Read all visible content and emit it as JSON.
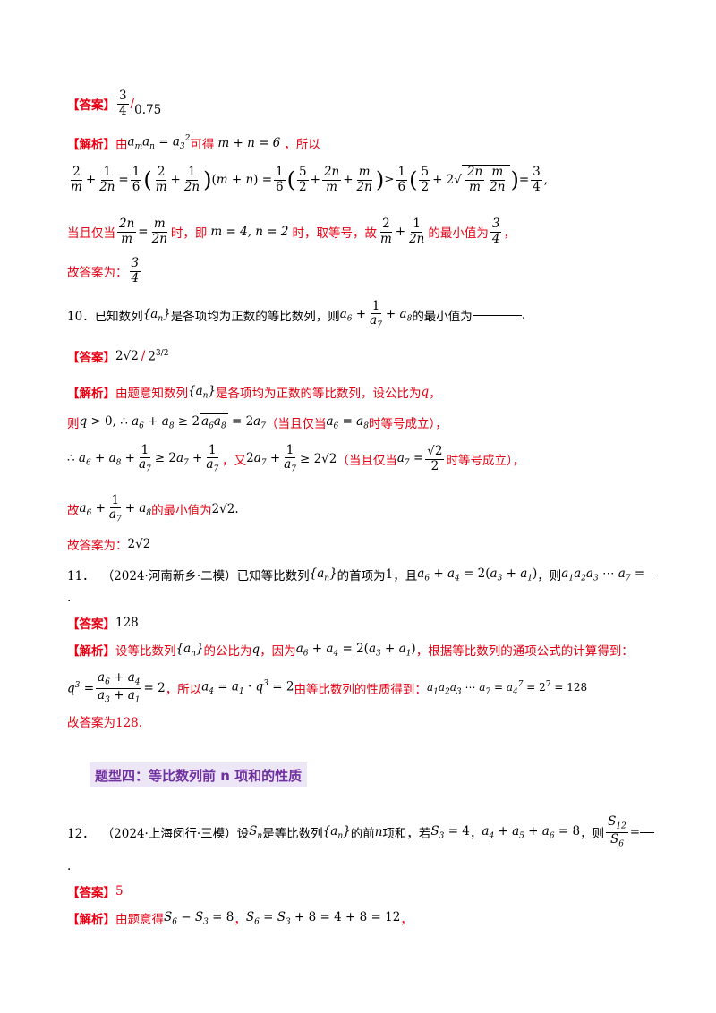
{
  "answer_label": "【答案】",
  "analysis_label": "【解析】",
  "q9": {
    "answer_alt": "0.75",
    "answer_sep": "/",
    "analysis_intro": "由",
    "analysis_cond": "可得",
    "analysis_mn": "m + n = 6",
    "analysis_so": "，所以",
    "eq_text_when": "当且仅当",
    "eq_text_time": "时，即",
    "eq_text_mn": "m = 4, n = 2",
    "eq_text_take": "时，取等号，故",
    "eq_text_min": "的最小值为",
    "final": "故答案为："
  },
  "q10": {
    "number": "10．",
    "text1": "已知数列",
    "text2": "是各项均为正数的等比数列，则",
    "text3": "的最小值为",
    "text4": ".",
    "answer_main": "2√2",
    "answer_sep": "/",
    "analysis1": "由题意知数列",
    "analysis2": "是各项均为正数的等比数列，设公比为",
    "analysis3": "q",
    "analysis4": "，",
    "line2_pre": "则",
    "line2_cond": "（当且仅当",
    "line2_end": "时等号成立），",
    "line3_mid": "，又",
    "line3_cond": "（当且仅当",
    "line3_end": "时等号成立），",
    "line4_pre": "故",
    "line4_mid": "的最小值为",
    "line4_val": "2√2",
    "final": "故答案为：",
    "final_val": "2√2"
  },
  "q11": {
    "number": "11．",
    "source": "（2024·河南新乡·二模）",
    "text1": "已知等比数列",
    "text2": "的首项为",
    "text2b": "1",
    "text3": "，且",
    "text4": "，则",
    "answer": "128",
    "analysis1": "设等比数列",
    "analysis2": "的公比为",
    "analysis2q": "q",
    "analysis3": "，因为",
    "analysis4": "，根据等比数列的通项公式的计算得到：",
    "line2_mid": "，所以",
    "line2_calc": "由等比数列的性质得到：",
    "final": "故答案为128."
  },
  "section": {
    "title": "题型四：等比数列前 n 项和的性质"
  },
  "q12": {
    "number": "12．",
    "source": "（2024·上海闵行·三模）",
    "text1": "设",
    "text2": "是等比数列",
    "text3": "的前",
    "text3n": "n",
    "text4": "项和，若",
    "text5": "，则",
    "answer": "5",
    "analysis1": "由题意得",
    "analysis2": "，"
  }
}
